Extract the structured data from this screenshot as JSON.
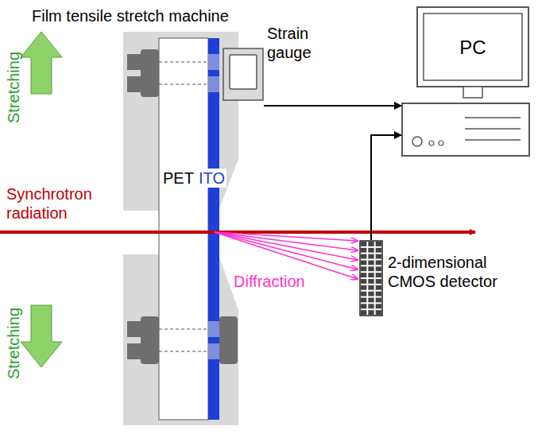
{
  "diagram": {
    "title": "Film tensile stretch machine",
    "nodes": [
      {
        "text": [
          "Strain gauge"
        ]
      },
      {
        "text": [
          "PC"
        ]
      },
      {
        "text": [
          "2-dimensional CMOS detector"
        ]
      }
    ],
    "edges": [
      {
        "from": 0,
        "to": 1,
        "arrow": "to"
      },
      {
        "from": 2,
        "to": 1,
        "arrow": "to"
      }
    ],
    "labels": [
      "Stretching",
      "Stretching",
      "PET",
      "ITO",
      "Synchrotron radiation",
      "Diffraction"
    ]
  }
}
